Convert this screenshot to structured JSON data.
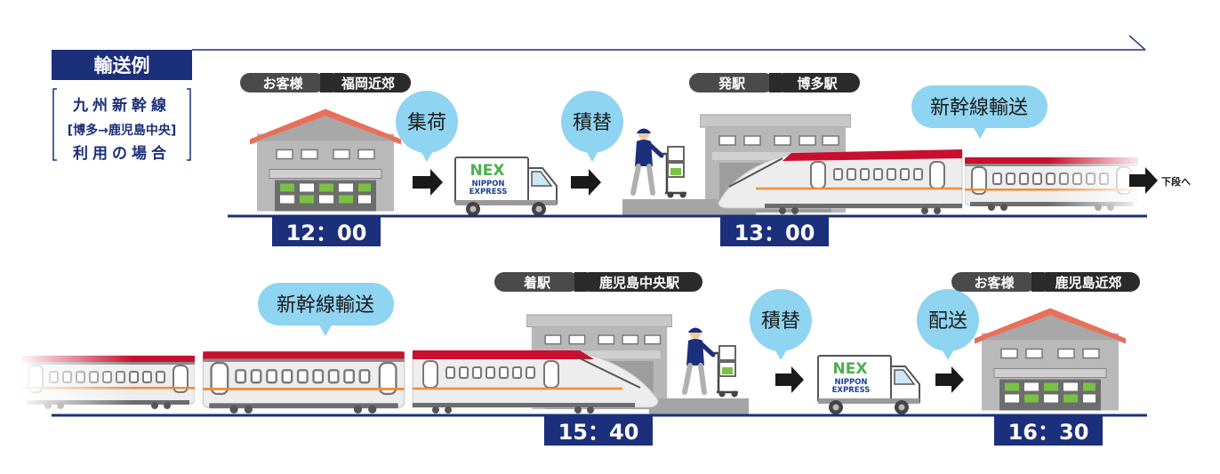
{
  "header": {
    "title": "輸送例",
    "route_line1": "九州新幹線",
    "route_line2": "[博多→鹿児島中央]",
    "route_line3": "利用の場合"
  },
  "row1": {
    "origin_role": "お客様",
    "origin_place": "福岡近郊",
    "station_role": "発駅",
    "station_name": "博多駅",
    "step_pickup": "集荷",
    "step_transfer": "積替",
    "step_transport": "新幹線輸送",
    "next_hint": "下段へ",
    "time_pickup": "12：00",
    "time_depart": "13：00"
  },
  "row2": {
    "station_role": "着駅",
    "station_name": "鹿児島中央駅",
    "dest_role": "お客様",
    "dest_place": "鹿児島近郊",
    "step_transport": "新幹線輸送",
    "step_transfer": "積替",
    "step_delivery": "配送",
    "time_arrive": "15：40",
    "time_deliver": "16：30"
  },
  "truck_logo": {
    "mark": "NEX",
    "line1": "NIPPON",
    "line2": "EXPRESS"
  },
  "colors": {
    "navy": "#1c2f7a",
    "bubble": "#8fd4f0",
    "tag_dark": "#3a3a3a",
    "roof": "#e8705a",
    "building": "#b9b9b9",
    "window_green": "#7ac143",
    "train_stripe": "#c8102e",
    "train_orange": "#f08c3a",
    "logo_green": "#4caf50",
    "logo_navy": "#1c3f94"
  }
}
